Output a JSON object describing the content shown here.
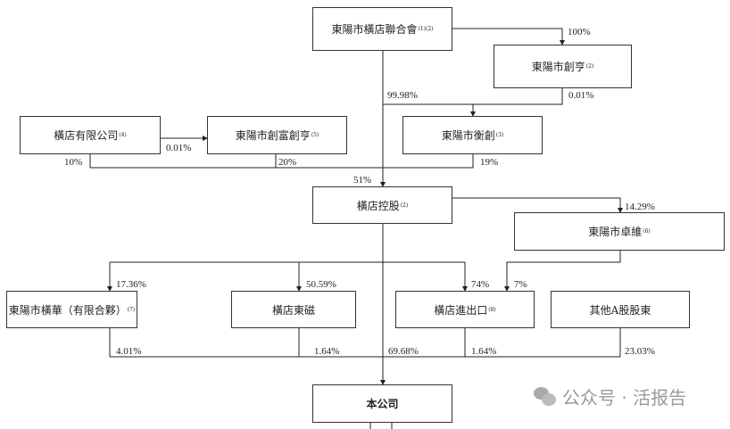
{
  "nodes": {
    "lianhehui": {
      "label": "東陽市橫店聯合會",
      "note": "(1)(2)"
    },
    "chuangheng": {
      "label": "東陽市創亨",
      "note": "(2)"
    },
    "hengchuang": {
      "label": "東陽市衡創",
      "note": "(3)"
    },
    "hengdian_co": {
      "label": "橫店有限公司",
      "note": "(4)"
    },
    "chuangfu": {
      "label": "東陽市創富創亨",
      "note": "(5)"
    },
    "holdings": {
      "label": "橫店控股",
      "note": "(2)"
    },
    "zhuowei": {
      "label": "東陽市卓維",
      "note": "(6)"
    },
    "henghua": {
      "label": "東陽市橫華（有限合夥）",
      "note": "(7)"
    },
    "dmegc": {
      "label": "橫店東磁",
      "note": ""
    },
    "import_export": {
      "label": "橫店進出口",
      "note": "(8)"
    },
    "other_a": {
      "label": "其他A股股東",
      "note": ""
    },
    "company": {
      "label": "本公司",
      "note": ""
    }
  },
  "percentages": {
    "lianhehui_to_chuangheng": "100%",
    "lianhehui_to_hengchuang": "99.98%",
    "chuangheng_to_hengchuang": "0.01%",
    "hengdian_co_to_chuangfu": "0.01%",
    "hengdian_co_to_holdings": "10%",
    "chuangfu_to_holdings": "20%",
    "hengchuang_to_holdings": "19%",
    "lianhehui_to_holdings": "51%",
    "holdings_to_zhuowei": "14.29%",
    "holdings_to_henghua": "17.36%",
    "holdings_to_dmegc": "50.59%",
    "holdings_to_import_export": "74%",
    "zhuowei_to_import_export": "7%",
    "henghua_to_company": "4.01%",
    "dmegc_to_company": "1.64%",
    "holdings_to_company": "69.68%",
    "import_export_to_company": "1.64%",
    "other_a_to_company": "23.03%"
  },
  "watermark": "公众号 · 活报告"
}
